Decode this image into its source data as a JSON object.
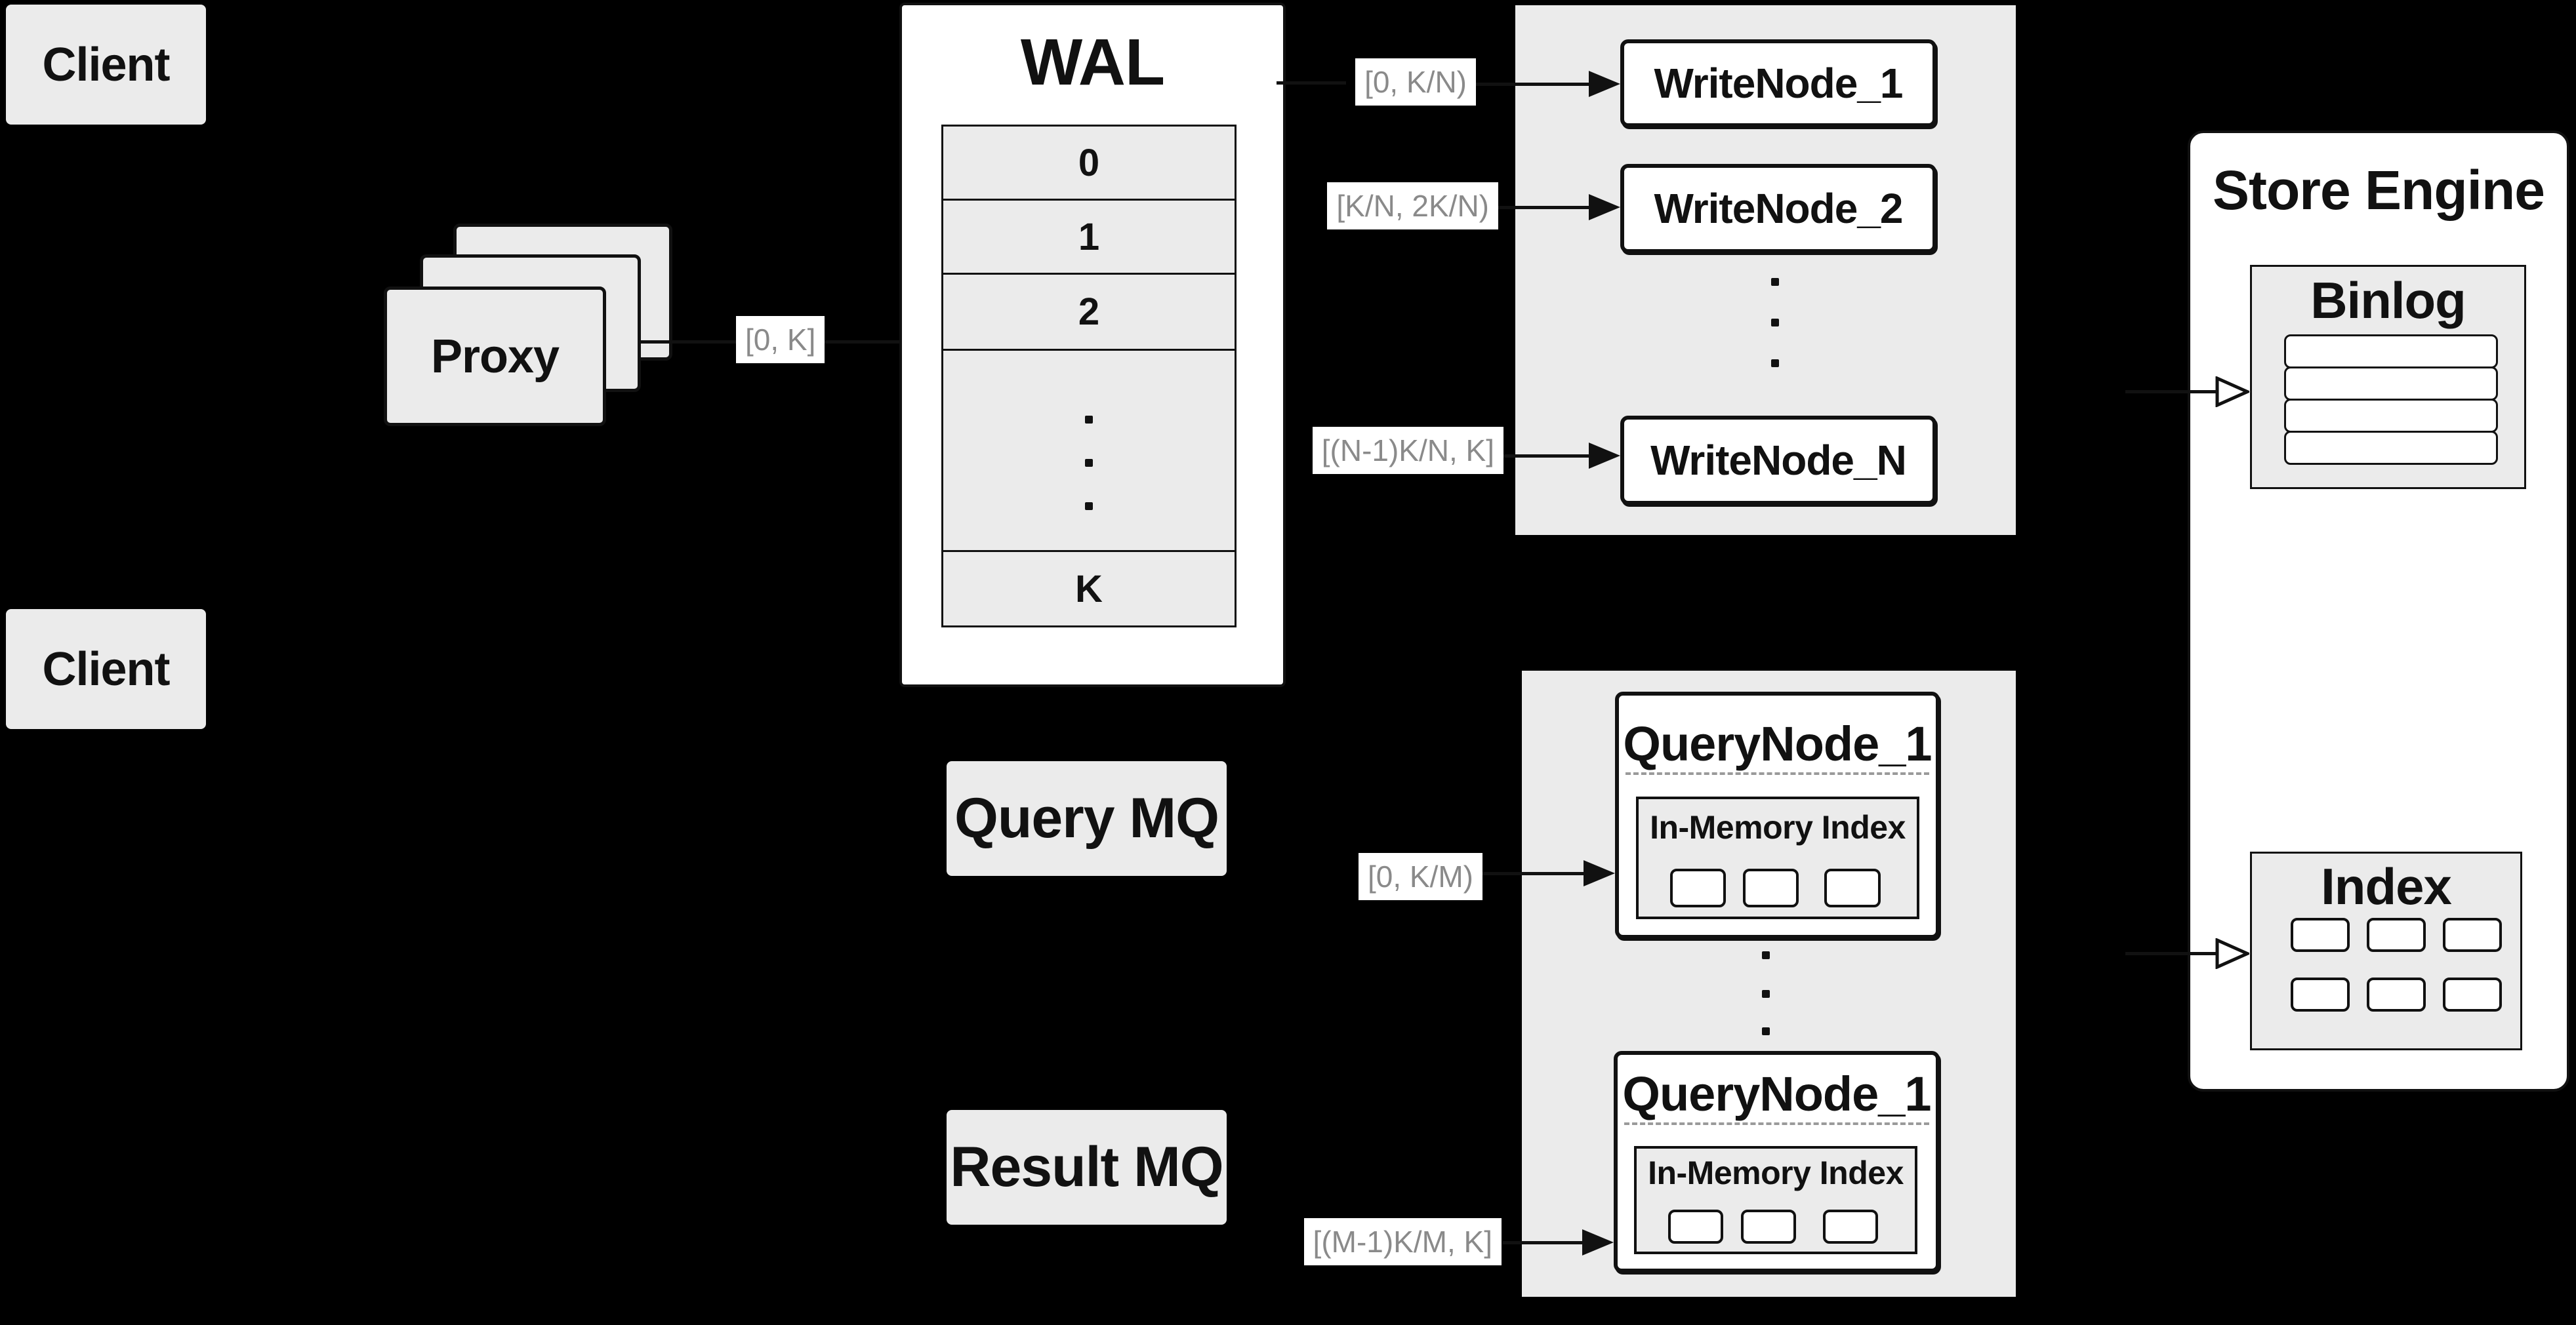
{
  "palette": {
    "background": "#000000",
    "panel_gray": "#ebebeb",
    "box_white": "#ffffff",
    "line_black": "#111111",
    "label_gray_text": "#8a8a8a"
  },
  "clients": {
    "top": "Client",
    "bottom": "Client"
  },
  "proxy": {
    "label": "Proxy",
    "stack_count": 3
  },
  "range_labels": {
    "proxy_out": "[0, K]",
    "to_writenode_1": "[0, K/N)",
    "to_writenode_2": "[K/N, 2K/N)",
    "to_writenode_n": "[(N-1)K/N, K]",
    "to_querynode_top": "[0, K/M)",
    "to_querynode_bottom": "[(M-1)K/M, K]"
  },
  "wal": {
    "title": "WAL",
    "rows": [
      "0",
      "1",
      "2"
    ],
    "last_row": "K"
  },
  "write_nodes": {
    "items": [
      "WriteNode_1",
      "WriteNode_2",
      "WriteNode_N"
    ]
  },
  "mq": {
    "query": "Query MQ",
    "result": "Result MQ"
  },
  "query_nodes": {
    "top": {
      "title": "QueryNode_1",
      "inner_title": "In-Memory Index",
      "segment_count": 3
    },
    "bottom": {
      "title": "QueryNode_1",
      "inner_title": "In-Memory Index",
      "segment_count": 3
    }
  },
  "store_engine": {
    "title": "Store Engine",
    "binlog": {
      "title": "Binlog",
      "row_count": 4
    },
    "index": {
      "title": "Index",
      "cell_count": 6
    }
  }
}
